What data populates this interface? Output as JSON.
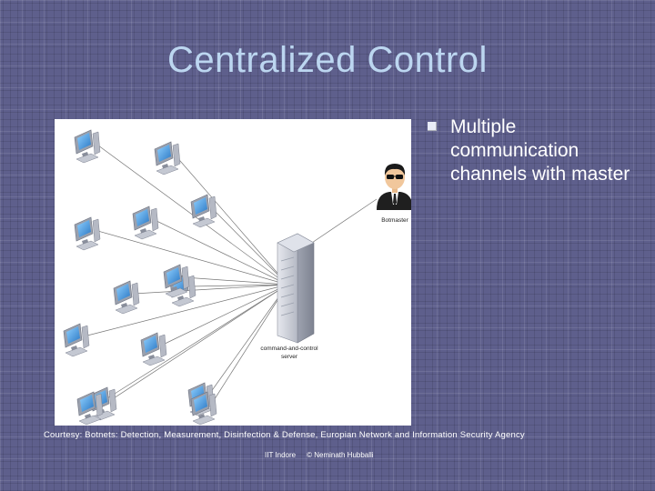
{
  "slide": {
    "title": "Centralized Control",
    "bullets": [
      "Multiple communication channels with master"
    ],
    "courtesy": "Courtesy: Botnets: Detection, Measurement, Disinfection & Defense, Europian Network and Information Security Agency",
    "footer": {
      "institution": "IIT Indore",
      "author": "© Neminath Hubballi"
    }
  },
  "diagram": {
    "botmaster_label": "Botmaster",
    "server_label_line1": "command-and-control",
    "server_label_line2": "server",
    "bot_count": 14
  },
  "colors": {
    "title": "#bcd6f0",
    "background": "#5e5f8c",
    "text": "#ffffff",
    "screen": "#3a8fd6",
    "server": "#c9ccd4"
  }
}
